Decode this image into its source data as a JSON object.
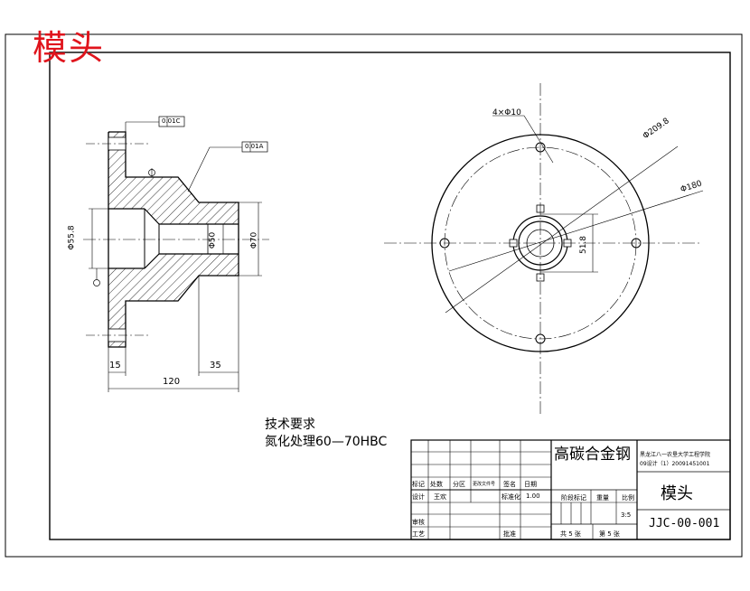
{
  "title": "模头",
  "tech_requirements": {
    "heading": "技术要求",
    "line1": "氮化处理60—70HBC"
  },
  "dimensions": {
    "d55": "Φ55.8",
    "d50": "Φ50",
    "d70": "Φ70",
    "d15": "15",
    "d35": "35",
    "d120": "120",
    "holes": "4×Φ10",
    "pcd": "Φ209.8",
    "d180": "Φ180",
    "d518": "51.8",
    "gdt1": "0.01C",
    "gdt2": "0.01A"
  },
  "title_block": {
    "material": "高碳合金钢",
    "part_name": "模头",
    "drawing_no": "JJC-00-001",
    "school_line1": "黑龙江八一农垦大学工程学院",
    "school_line2": "09设计（1）20091451001",
    "h_mark": "标记",
    "h_count": "处数",
    "h_zone": "分区",
    "h_docno": "更改文件号",
    "h_sign": "签名",
    "h_date": "日期",
    "r_design": "设计",
    "r_designer": "王欢",
    "r_std": "标准化",
    "r_scale_val": "1.00",
    "r_review": "审核",
    "r_process": "工艺",
    "r_approve": "批准",
    "stage_label": "阶段标记",
    "weight_label": "重量",
    "scale_label": "比例",
    "scale_value": "3:5",
    "sheet_total": "共 5 张",
    "sheet_num": "第 5 张"
  }
}
